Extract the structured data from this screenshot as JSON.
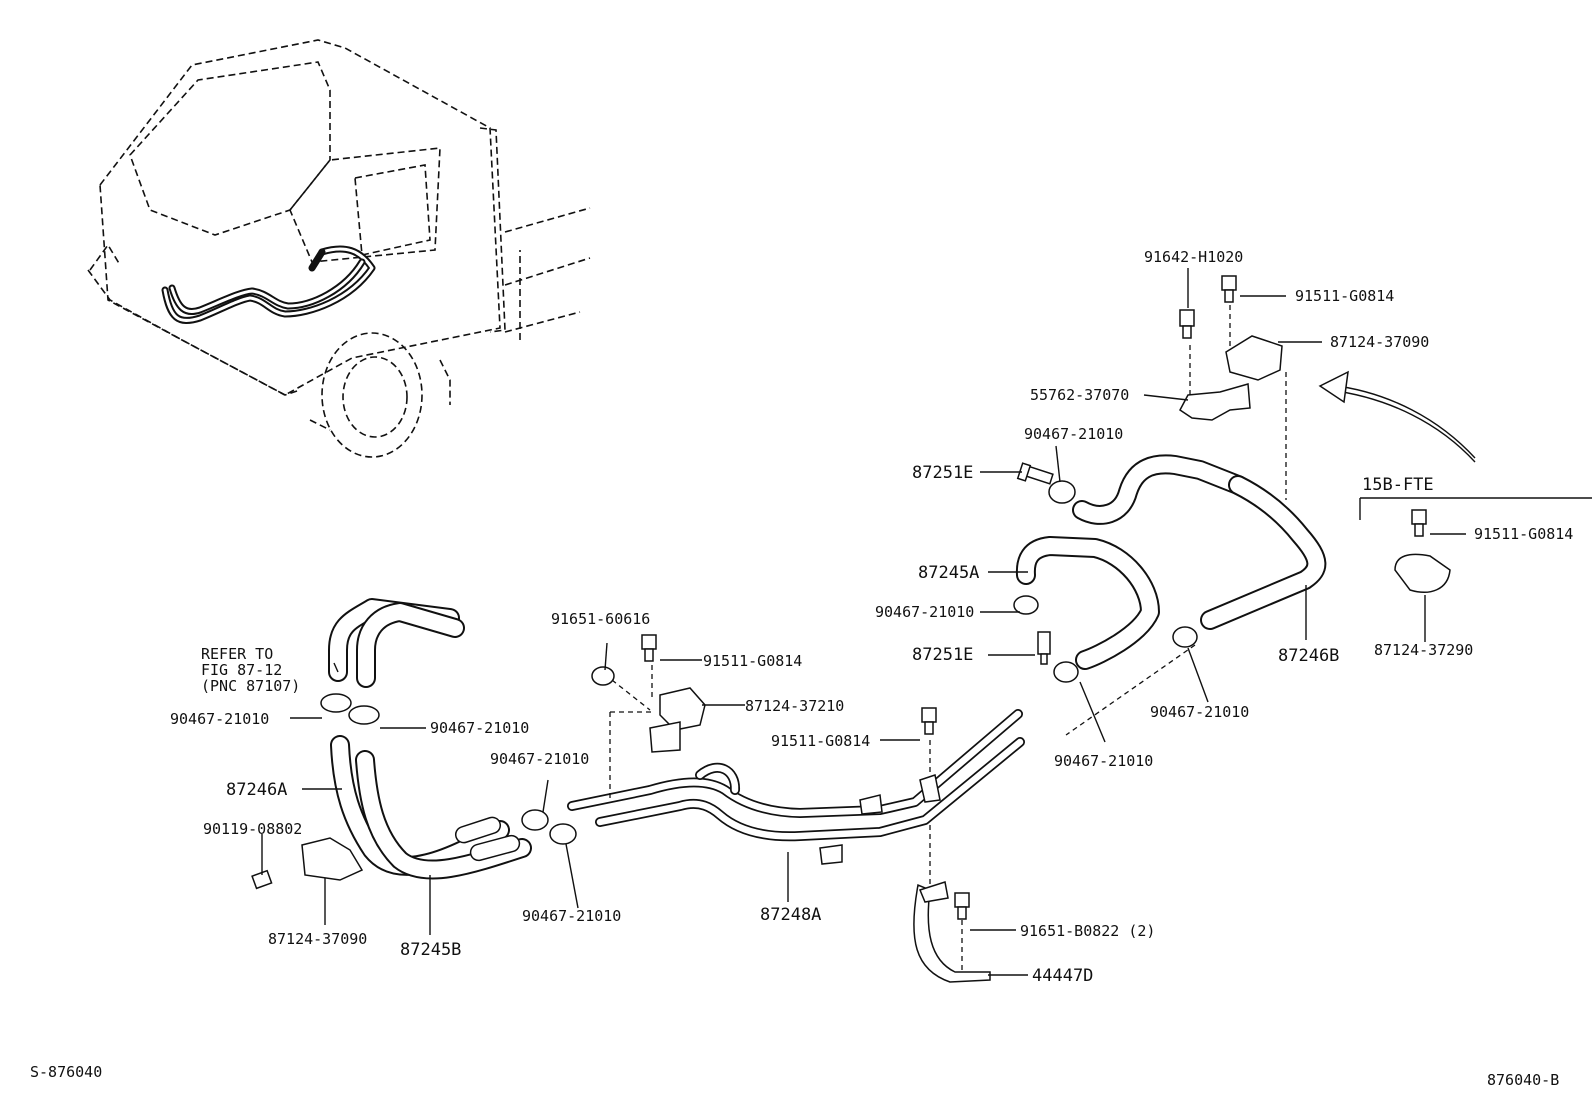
{
  "labels": {
    "p91642_h1020": "91642-H1020",
    "p91511_g0814_top": "91511-G0814",
    "p87124_37090_top": "87124-37090",
    "p55762_37070": "55762-37070",
    "p90467_21010_top": "90467-21010",
    "p87251e_top": "87251E",
    "variant_15b_fte": "15B-FTE",
    "p91511_g0814_right": "91511-G0814",
    "p87124_37290": "87124-37290",
    "p87245a": "87245A",
    "p90467_21010_mid": "90467-21010",
    "p87251e_mid": "87251E",
    "p87246b": "87246B",
    "p90467_21010_r1": "90467-21010",
    "p90467_21010_r2": "90467-21010",
    "p91651_60616": "91651-60616",
    "p91511_g0814_mid": "91511-G0814",
    "p87124_37210": "87124-37210",
    "p91511_g0814_center": "91511-G0814",
    "refer_line1": "REFER TO",
    "refer_line2": "FIG 87-12",
    "refer_line3": "(PNC 87107)",
    "p90467_21010_l1": "90467-21010",
    "p90467_21010_l2": "90467-21010",
    "p90467_21010_l3": "90467-21010",
    "p90467_21010_l4": "90467-21010",
    "p87246a": "87246A",
    "p90119_08802": "90119-08802",
    "p87124_37090_bottom": "87124-37090",
    "p87245b": "87245B",
    "p87248a": "87248A",
    "p91651_b0822": "91651-B0822 (2)",
    "p44447d": "44447D",
    "code_left": "S-876040",
    "code_right": "876040-B"
  },
  "icons": [
    "vehicle-cab-outline",
    "heater-hose",
    "hose-clamp",
    "bolt",
    "hose-bracket",
    "pipe-bracket",
    "bleeder-plug",
    "direction-arrow"
  ]
}
